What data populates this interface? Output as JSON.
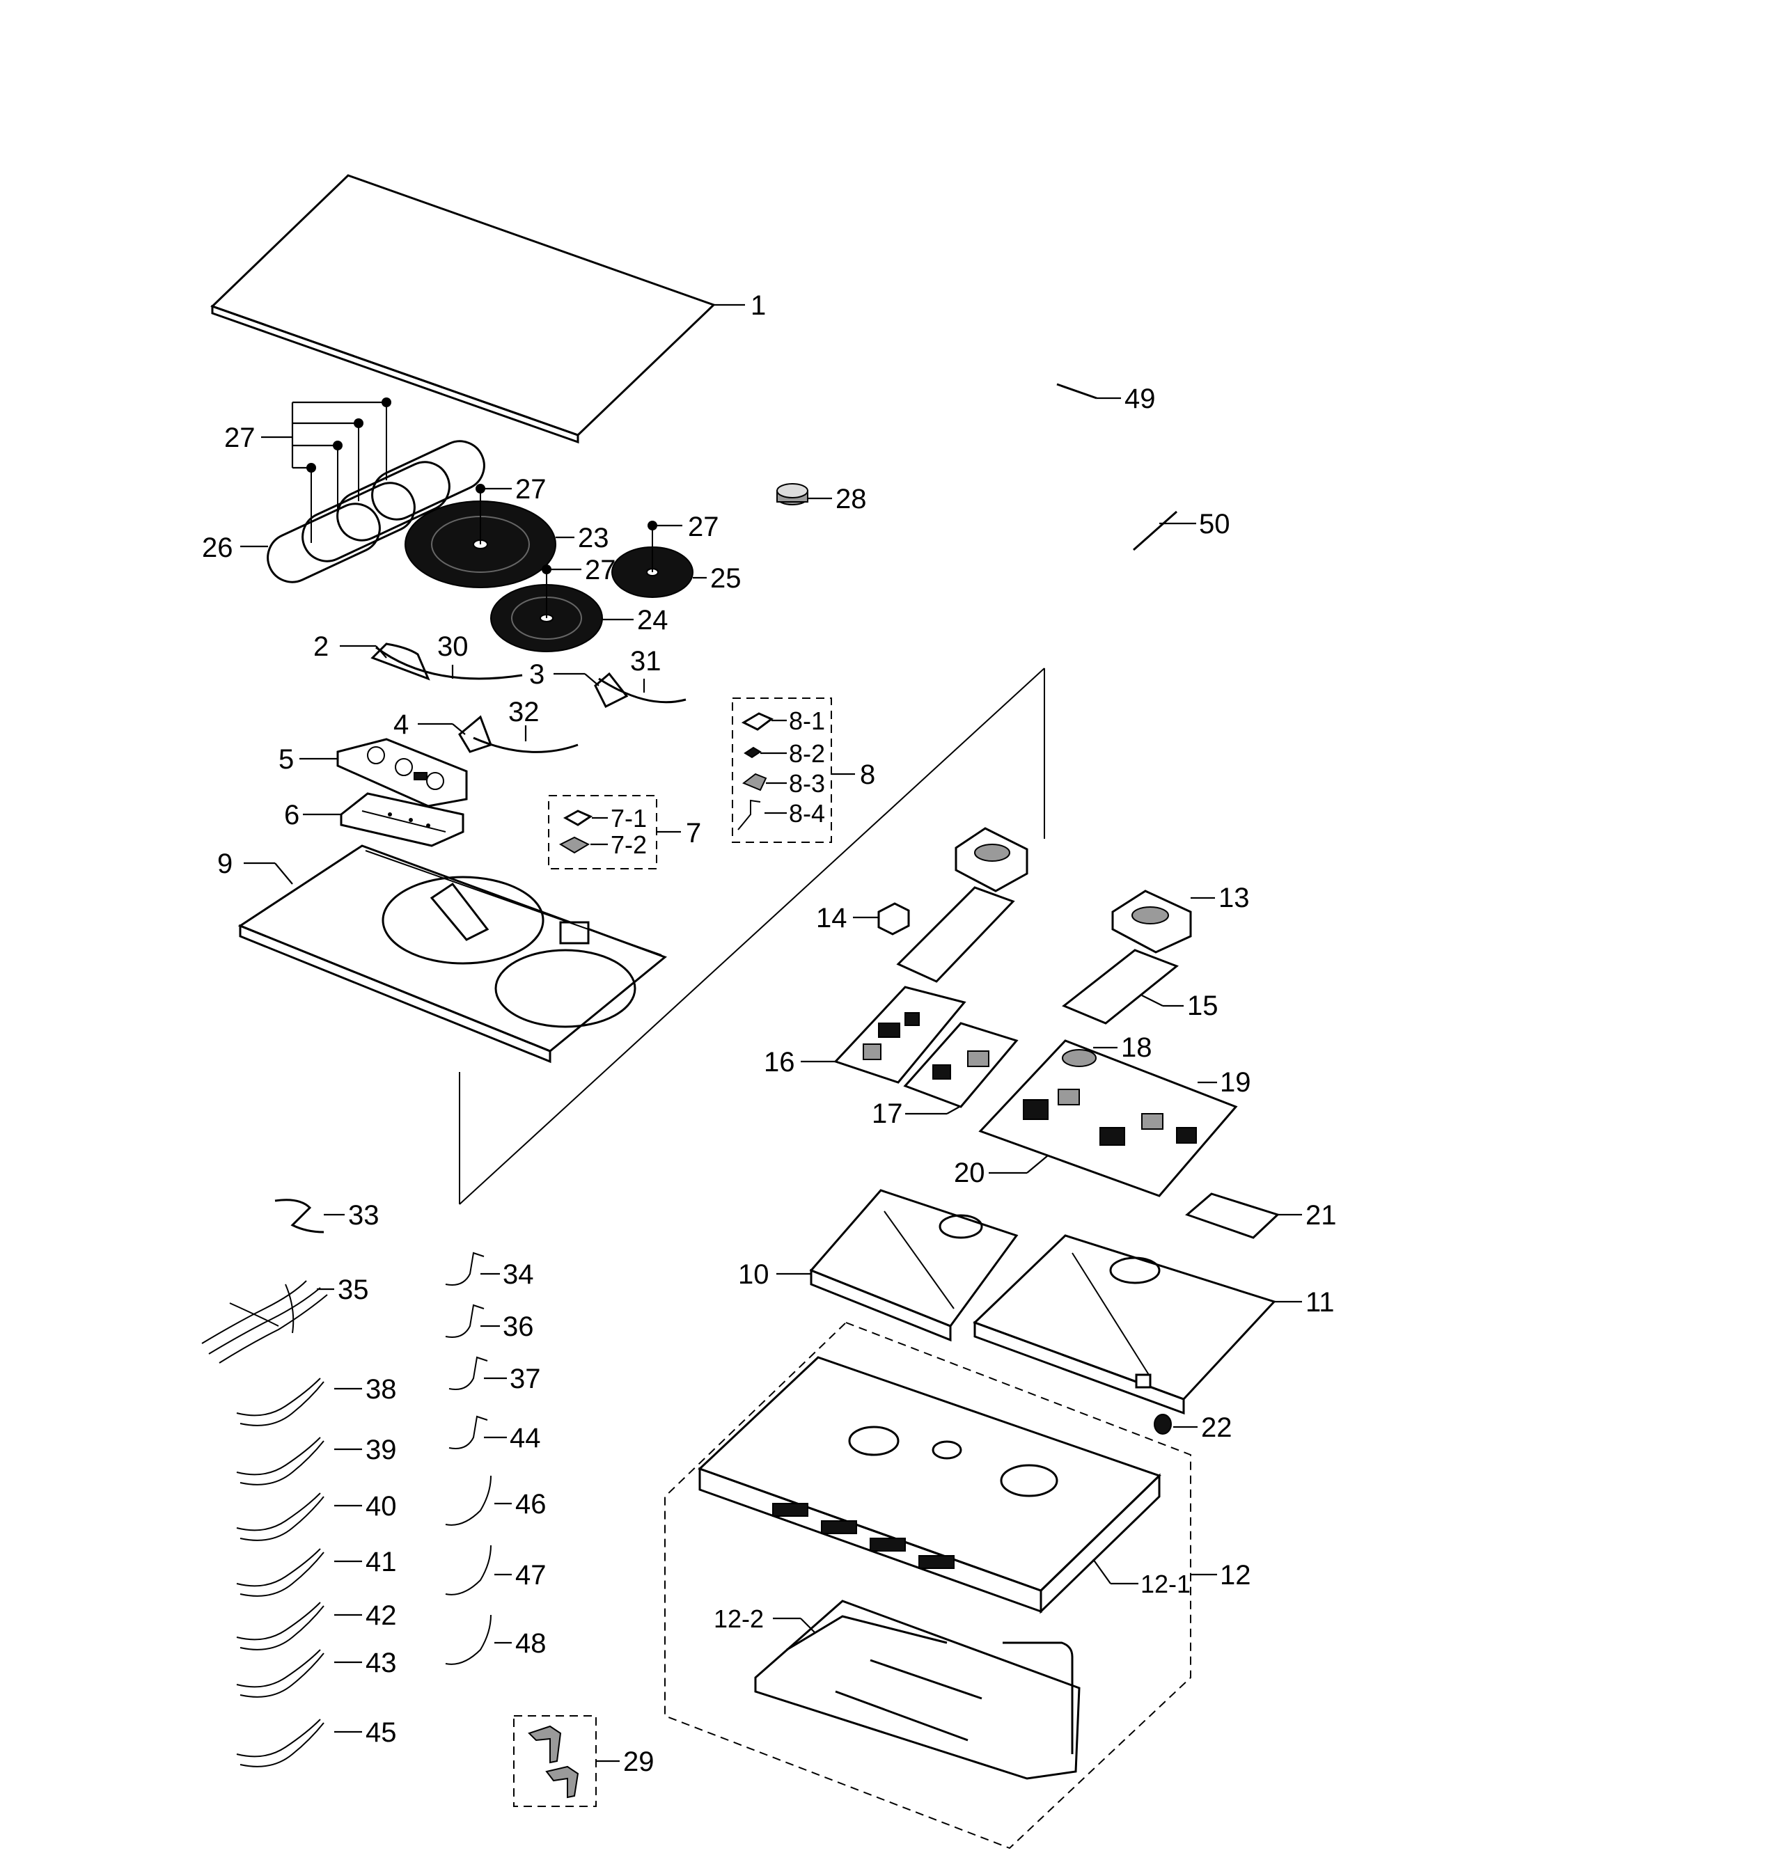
{
  "labels": {
    "p1": "1",
    "p2": "2",
    "p3": "3",
    "p4": "4",
    "p5": "5",
    "p6": "6",
    "p7": "7",
    "p7_1": "7-1",
    "p7_2": "7-2",
    "p8": "8",
    "p8_1": "8-1",
    "p8_2": "8-2",
    "p8_3": "8-3",
    "p8_4": "8-4",
    "p9": "9",
    "p10": "10",
    "p11": "11",
    "p12": "12",
    "p12_1": "12-1",
    "p12_2": "12-2",
    "p13": "13",
    "p14": "14",
    "p15": "15",
    "p16": "16",
    "p17": "17",
    "p18": "18",
    "p19": "19",
    "p20": "20",
    "p21": "21",
    "p22": "22",
    "p23": "23",
    "p24": "24",
    "p25": "25",
    "p26": "26",
    "p27a": "27",
    "p27b": "27",
    "p27c": "27",
    "p27d": "27",
    "p28": "28",
    "p29": "29",
    "p30": "30",
    "p31": "31",
    "p32": "32",
    "p33": "33",
    "p34": "34",
    "p35": "35",
    "p36": "36",
    "p37": "37",
    "p38": "38",
    "p39": "39",
    "p40": "40",
    "p41": "41",
    "p42": "42",
    "p43": "43",
    "p44": "44",
    "p45": "45",
    "p46": "46",
    "p47": "47",
    "p48": "48",
    "p49": "49",
    "p50": "50"
  }
}
